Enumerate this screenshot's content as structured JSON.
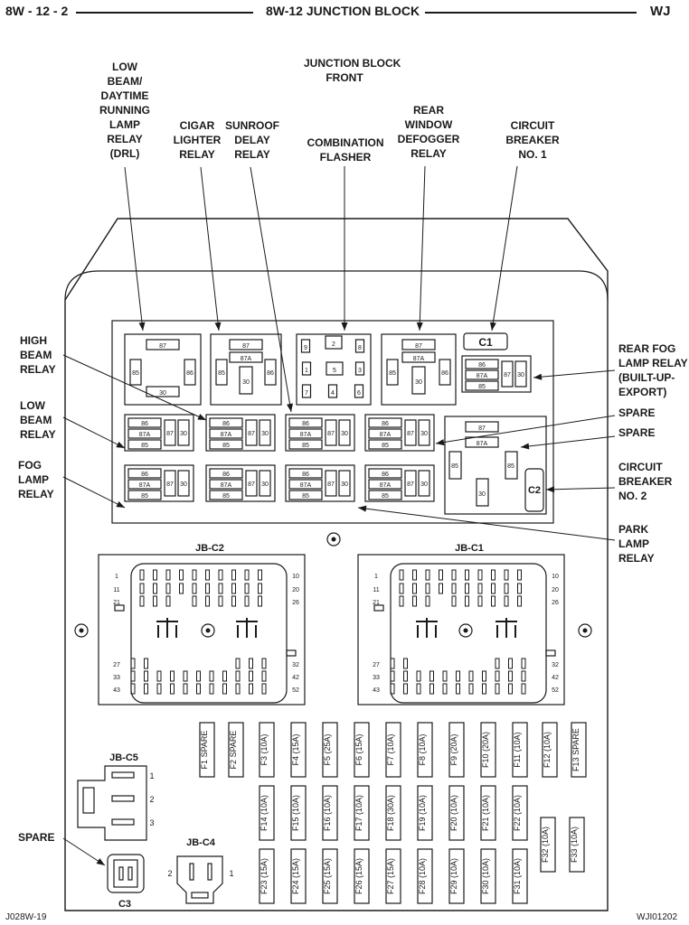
{
  "header": {
    "page": "8W - 12 - 2",
    "section": "8W-12 JUNCTION BLOCK",
    "model": "WJ"
  },
  "labels": {
    "front": "JUNCTION BLOCK\nFRONT",
    "low_beam_drl": "LOW\nBEAM/\nDAYTIME\nRUNNING\nLAMP\nRELAY\n(DRL)",
    "cigar": "CIGAR\nLIGHTER\nRELAY",
    "sunroof": "SUNROOF\nDELAY\nRELAY",
    "flasher": "COMBINATION\nFLASHER",
    "rear_defogger": "REAR\nWINDOW\nDEFOGGER\nRELAY",
    "cb1": "CIRCUIT\nBREAKER\nNO. 1",
    "high_beam": "HIGH\nBEAM\nRELAY",
    "low_beam": "LOW\nBEAM\nRELAY",
    "fog": "FOG\nLAMP\nRELAY",
    "rear_fog": "REAR FOG\nLAMP RELAY\n(BUILT-UP-\nEXPORT)",
    "spare1": "SPARE",
    "spare2": "SPARE",
    "cb2": "CIRCUIT\nBREAKER\nNO. 2",
    "park": "PARK\nLAMP\nRELAY",
    "spare3": "SPARE"
  },
  "connectors": {
    "jbc2": "JB-C2",
    "jbc1": "JB-C1",
    "jbc5": "JB-C5",
    "jbc4": "JB-C4",
    "c3": "C3",
    "c1": "C1",
    "c2": "C2"
  },
  "pin_numbers": {
    "left": [
      "1",
      "11",
      "21",
      "27",
      "33",
      "43"
    ],
    "right": [
      "10",
      "20",
      "26",
      "32",
      "42",
      "52"
    ],
    "c5": [
      "1",
      "2",
      "3"
    ],
    "c4": [
      "2",
      "1"
    ]
  },
  "relay_terminals": [
    "87",
    "87A",
    "85",
    "86",
    "30"
  ],
  "flasher_pins": [
    "9",
    "2",
    "8",
    "1",
    "5",
    "3",
    "7",
    "4",
    "6"
  ],
  "fuses_row1": [
    "F1 SPARE",
    "F2 SPARE",
    "F3 (10A)",
    "F4 (15A)",
    "F5 (25A)",
    "F6 (15A)",
    "F7 (10A)",
    "F8 (10A)",
    "F9 (20A)",
    "F10 (20A)",
    "F11 (10A)",
    "F12 (10A)",
    "F13 SPARE"
  ],
  "fuses_row2": [
    "F14 (10A)",
    "F15 (10A)",
    "F16 (10A)",
    "F17 (10A)",
    "F18 (30A)",
    "F19 (10A)",
    "F20 (10A)",
    "F21 (10A)",
    "F22 (10A)"
  ],
  "fuses_row3": [
    "F23 (15A)",
    "F24 (15A)",
    "F25 (15A)",
    "F26 (15A)",
    "F27 (15A)",
    "F28 (10A)",
    "F29 (10A)",
    "F30 (10A)",
    "F31 (10A)"
  ],
  "fuses_extra": [
    "F32 (10A)",
    "F33 (10A)"
  ],
  "footer": {
    "left": "J028W-19",
    "right": "WJI01202"
  }
}
